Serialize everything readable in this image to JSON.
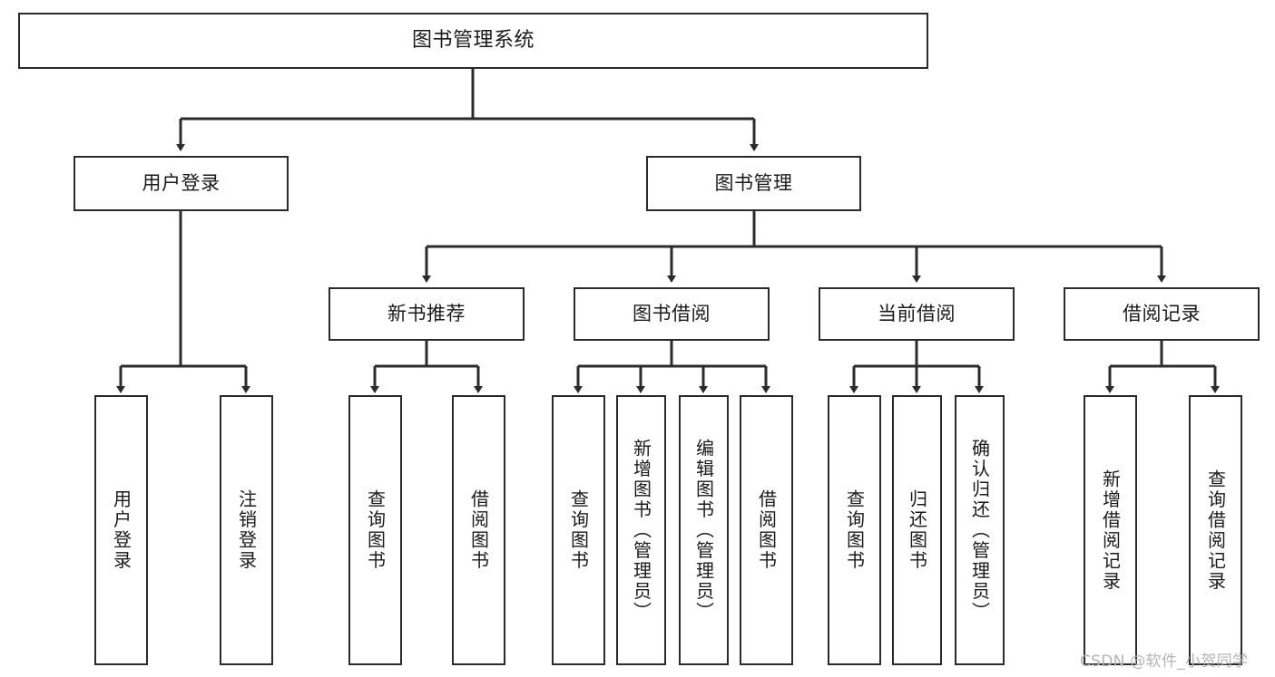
{
  "diagram": {
    "type": "tree-hierarchy-chart",
    "title": "图书管理系统",
    "orientation": "top-down",
    "colors": {
      "box_border": "#2b2b2b",
      "box_fill": "#ffffff",
      "connector": "#2b2b2b",
      "canvas": "#ffffff",
      "watermark": "#b4b4b4"
    },
    "root": {
      "label": "图书管理系统"
    },
    "level2": [
      {
        "label": "用户登录"
      },
      {
        "label": "图书管理"
      }
    ],
    "level3": [
      {
        "label": "新书推荐"
      },
      {
        "label": "图书借阅"
      },
      {
        "label": "当前借阅"
      },
      {
        "label": "借阅记录"
      }
    ],
    "leaves": {
      "user_login": [
        {
          "label": "用户登录"
        },
        {
          "label": "注销登录"
        }
      ],
      "new_book_recommend": [
        {
          "label": "查询图书"
        },
        {
          "label": "借阅图书"
        }
      ],
      "book_borrow": [
        {
          "label": "查询图书"
        },
        {
          "label": "新增图书（管理员）"
        },
        {
          "label": "编辑图书（管理员）"
        },
        {
          "label": "借阅图书"
        }
      ],
      "current_borrow": [
        {
          "label": "查询图书"
        },
        {
          "label": "归还图书"
        },
        {
          "label": "确认归还（管理员）"
        }
      ],
      "borrow_record": [
        {
          "label": "新增借阅记录"
        },
        {
          "label": "查询借阅记录"
        }
      ]
    }
  },
  "watermark": {
    "text": "CSDN @软件_小贺同学"
  }
}
